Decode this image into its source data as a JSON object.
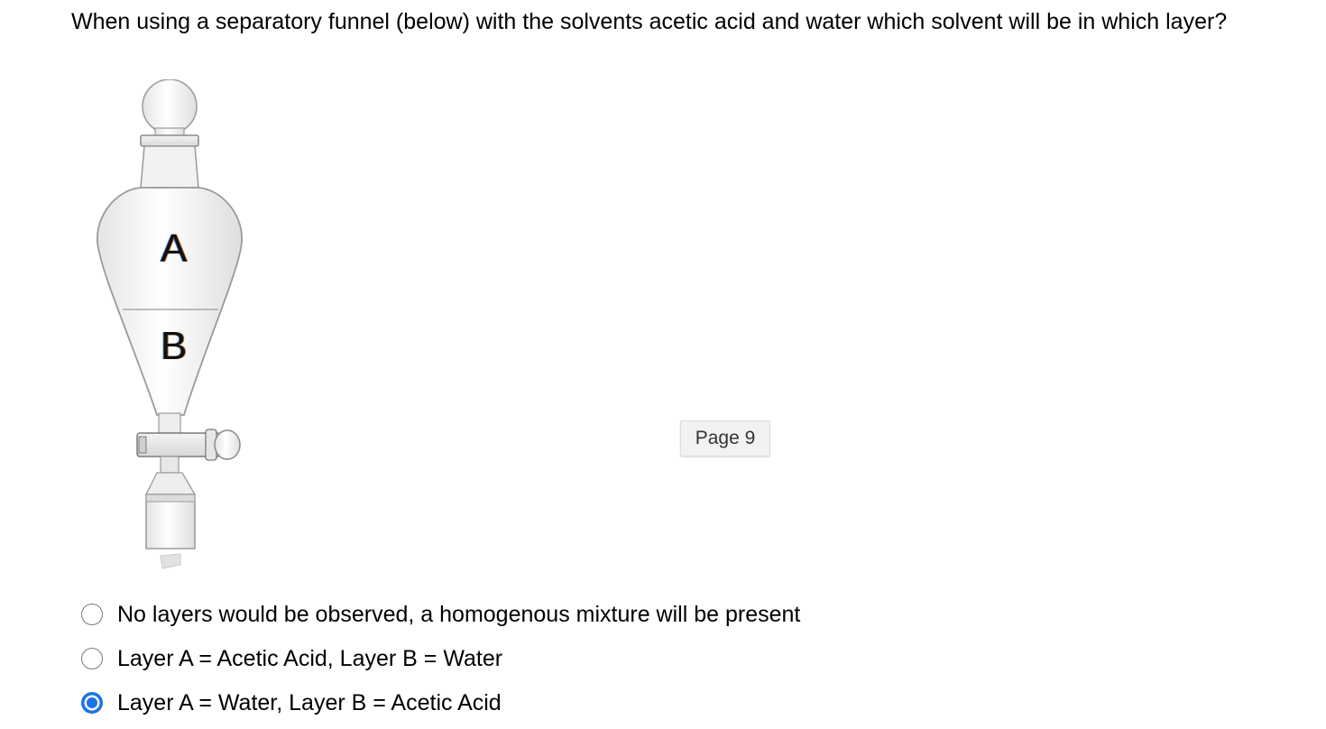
{
  "question": {
    "text": "When using a separatory funnel (below) with the solvents acetic acid and water which solvent will be in which layer?"
  },
  "figure": {
    "layer_top_label": "A",
    "layer_bottom_label": "B"
  },
  "page_badge": {
    "label": "Page 9"
  },
  "options": [
    {
      "label": "No layers would be observed, a homogenous mixture will be present",
      "selected": false
    },
    {
      "label": "Layer A = Acetic Acid, Layer B = Water",
      "selected": false
    },
    {
      "label": "Layer A = Water, Layer B = Acetic Acid",
      "selected": true
    }
  ],
  "colors": {
    "radio_selected": "#1a73e8",
    "funnel_outline": "#9a9a9a"
  }
}
